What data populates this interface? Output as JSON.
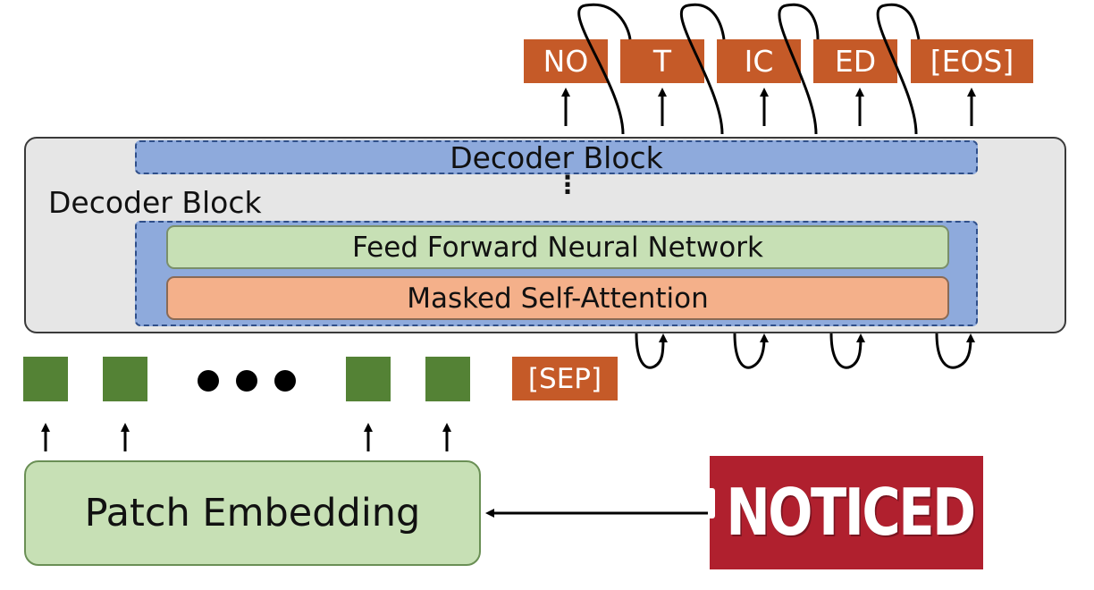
{
  "decoder": {
    "outer_label": "Decoder Block",
    "top_block_label": "Decoder Block",
    "ellipsis": "⋮",
    "ffn_label": "Feed Forward Neural Network",
    "attention_label": "Masked Self-Attention"
  },
  "outputs": [
    "NO",
    "T",
    "IC",
    "ED",
    "[EOS]"
  ],
  "sep_label": "[SEP]",
  "patch_embedding_label": "Patch Embedding",
  "input_image_text": "NOTICED",
  "colors": {
    "token": "#c55a28",
    "patch": "#548235",
    "decoder_blue": "#8eaadc",
    "ffn_green": "#c7e0b5",
    "attention_orange": "#f4b08a",
    "image_red": "#b0202e"
  }
}
